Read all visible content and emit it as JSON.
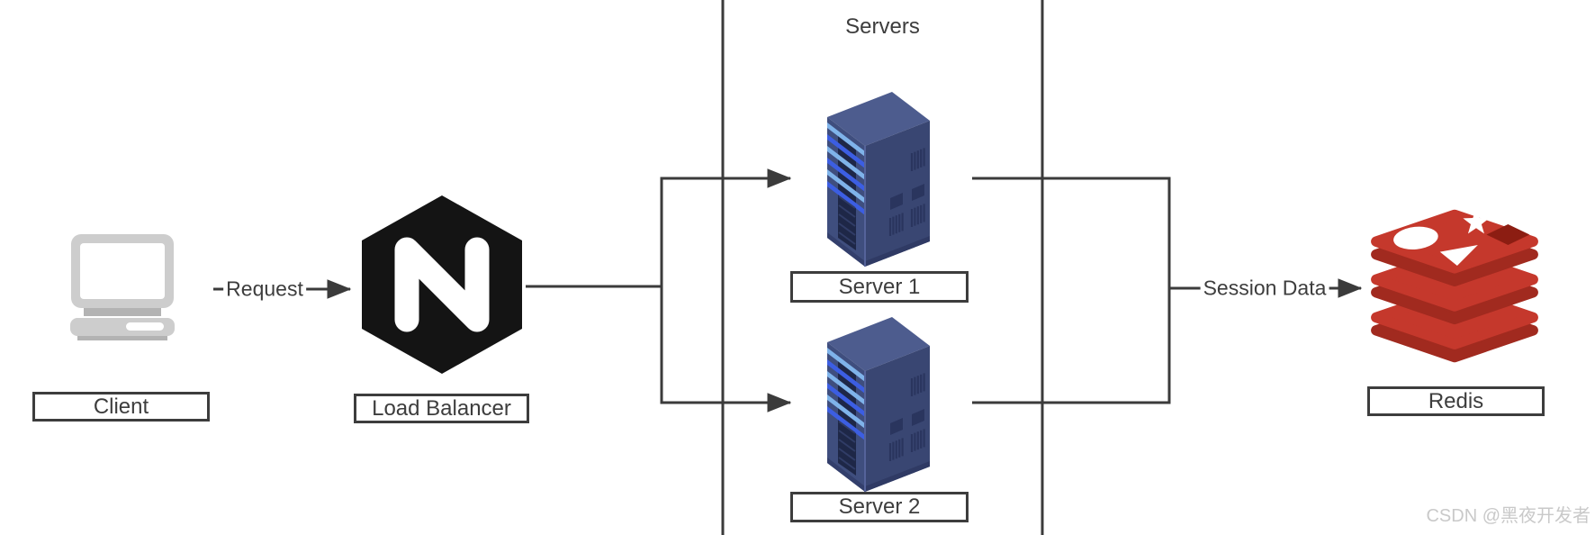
{
  "diagram": {
    "group_label": "Servers",
    "nodes": {
      "client": {
        "label": "Client",
        "icon": "laptop-icon"
      },
      "load_balancer": {
        "label": "Load Balancer",
        "icon": "nginx-icon"
      },
      "server1": {
        "label": "Server 1",
        "icon": "server-tower-icon"
      },
      "server2": {
        "label": "Server 2",
        "icon": "server-tower-icon"
      },
      "redis": {
        "label": "Redis",
        "icon": "redis-stack-icon"
      }
    },
    "edges": {
      "request": {
        "label": "Request",
        "from": "client",
        "to": "load_balancer"
      },
      "lb_to_server1": {
        "label": "",
        "from": "load_balancer",
        "to": "server1"
      },
      "lb_to_server2": {
        "label": "",
        "from": "load_balancer",
        "to": "server2"
      },
      "session_data": {
        "label": "Session Data",
        "from": "server1,server2",
        "to": "redis"
      }
    },
    "colors": {
      "line": "#3b3b3b",
      "label_text": "#3d3d3d",
      "nginx_black": "#141414",
      "server_blue": "#3f4e7e",
      "server_stripe_light": "#7fb3ea",
      "server_stripe_blue": "#3c5ee2",
      "redis_red": "#c5382c",
      "redis_red_dark": "#a12a1f",
      "client_gray": "#cdcdcd",
      "watermark_gray": "#c9c9c9"
    }
  },
  "watermark": {
    "text": "CSDN @黑夜开发者"
  }
}
